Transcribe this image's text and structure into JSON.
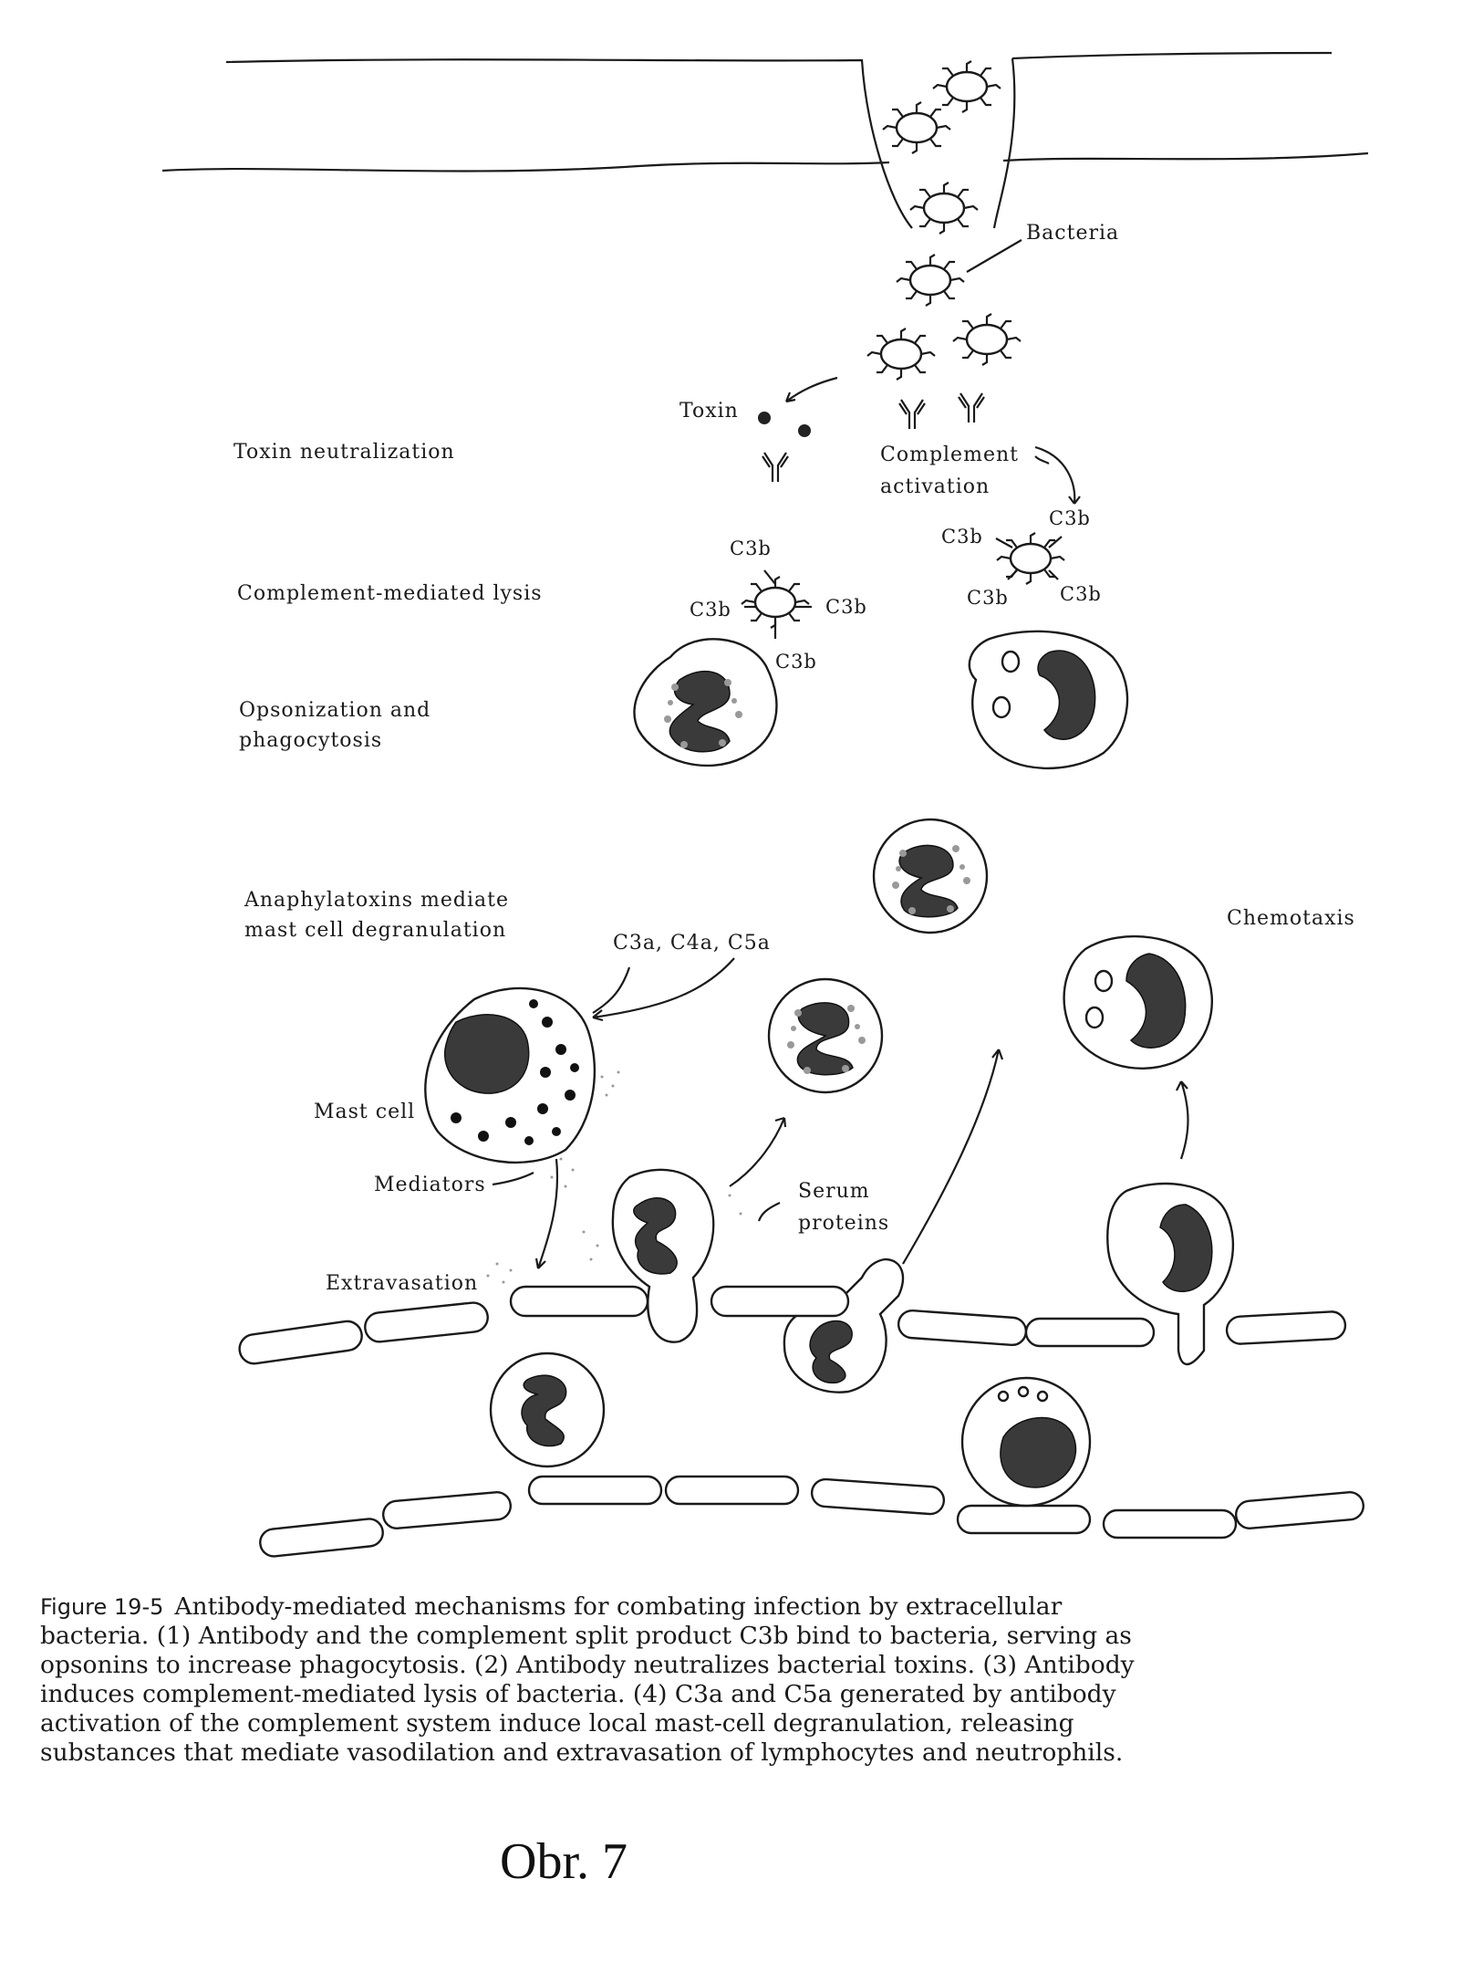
{
  "labels": {
    "bacteria": "Bacteria",
    "toxin": "Toxin",
    "complement_activation_1": "Complement",
    "complement_activation_2": "activation",
    "c3b": "C3b",
    "toxin_neutralization": "Toxin neutralization",
    "complement_mediated_lysis": "Complement-mediated lysis",
    "opsonization_1": "Opsonization and",
    "opsonization_2": "phagocytosis",
    "anaphylatoxins_1": "Anaphylatoxins mediate",
    "anaphylatoxins_2": "mast cell degranulation",
    "c3a_c4a_c5a": "C3a, C4a, C5a",
    "chemotaxis": "Chemotaxis",
    "mast_cell": "Mast cell",
    "mediators": "Mediators",
    "serum_proteins_1": "Serum",
    "serum_proteins_2": "proteins",
    "extravasation": "Extravasation"
  },
  "caption": {
    "figure_label": "Figure 19-5",
    "text": "Antibody-mediated mechanisms for combating infection by extracellular bacteria. (1) Antibody and the complement split product C3b bind to bacteria, serving as opsonins to increase phagocytosis. (2) Antibody neutralizes bacterial toxins. (3) Antibody induces complement-mediated lysis of bacteria. (4) C3a and C5a generated by antibody activation of the complement system induce local mast-cell degranulation, releasing substances that mediate vasodilation and extravasation of lymphocytes and neutrophils."
  },
  "figure_number": "Obr. 7",
  "colors": {
    "ink": "#1a1a1a",
    "nucleus": "#3a3a3a",
    "stipple": "#999999"
  }
}
